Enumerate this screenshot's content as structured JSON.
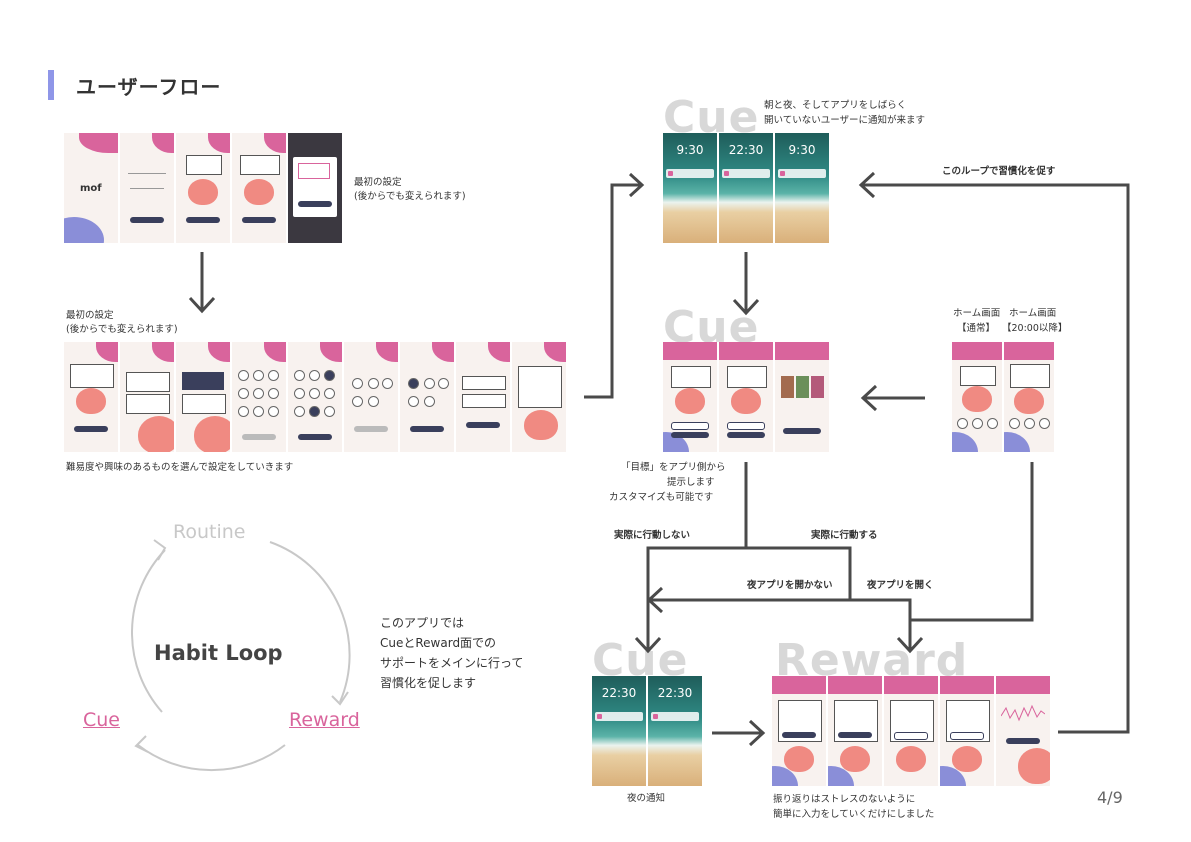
{
  "header": {
    "title": "ユーザーフロー"
  },
  "flow_labels": {
    "setup1_line1": "最初の設定",
    "setup1_line2": "(後からでも変えられます)",
    "setup2_line1": "最初の設定",
    "setup2_line2": "(後からでも変えられます)",
    "setup2_caption": "難易度や興味のあるものを選んで設定をしていきます",
    "cue_note_line1": "朝と夜、そしてアプリをしばらく",
    "cue_note_line2": "開いていないユーザーに通知が来ます",
    "loop_note": "このループで習慣化を促す",
    "home_normal_title": "ホーム画面",
    "home_normal_sub": "【通常】",
    "home_night_title": "ホーム画面",
    "home_night_sub": "【20:00以降】",
    "goal_line1": "「目標」をアプリ側から",
    "goal_line2": "提示します",
    "goal_line3": "カスタマイズも可能です",
    "no_action": "実際に行動しない",
    "action": "実際に行動する",
    "not_open": "夜アプリを開かない",
    "open": "夜アプリを開く",
    "night_notice": "夜の通知",
    "reward_caption_line1": "振り返りはストレスのないように",
    "reward_caption_line2": "簡単に入力をしていくだけにしました"
  },
  "section_words": {
    "cue_top": "Cue",
    "cue_mid": "Cue",
    "cue_bottom": "Cue",
    "reward": "Reward"
  },
  "habit_loop": {
    "center": "Habit Loop",
    "routine": "Routine",
    "cue": "Cue",
    "reward": "Reward",
    "desc_line1": "このアプリでは",
    "desc_line2": "CueとReward面での",
    "desc_line3": "サポートをメインに行って",
    "desc_line4": "習慣化を促します"
  },
  "screens": {
    "logo": "mof",
    "lock_times_top": [
      "9:30",
      "22:30",
      "9:30"
    ],
    "lock_times_bottom": [
      "22:30",
      "22:30"
    ]
  },
  "page_number": "4/9",
  "colors": {
    "accent_pink": "#d9649c",
    "accent_blue": "#8f96e8",
    "arrow": "#4a4a4a",
    "loop_gray": "#c8c8c8",
    "cue_reward_pink": "#d9649c"
  }
}
